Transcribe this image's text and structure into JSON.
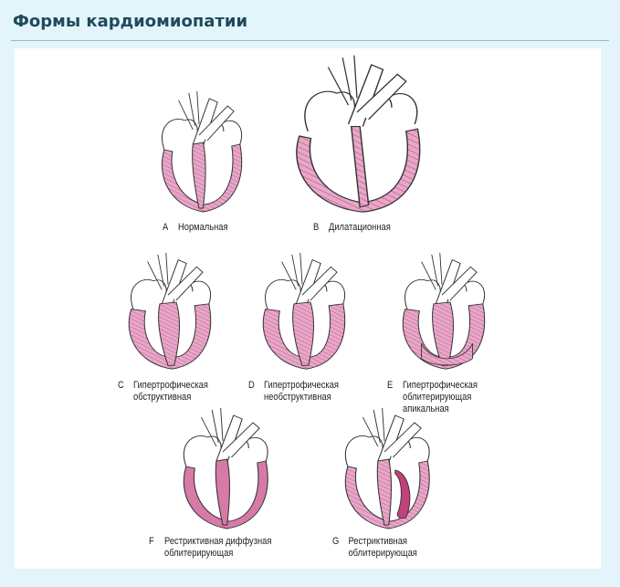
{
  "header": {
    "title": "Формы кардиомиопатии"
  },
  "colors": {
    "myocardium": "#e9a6c8",
    "hatch": "#8a3a5f",
    "solid": "#d77aa8",
    "background": "#e3f5fb"
  },
  "figures": [
    {
      "letter": "A",
      "line1": "Нормальная",
      "line2": "",
      "line3": ""
    },
    {
      "letter": "B",
      "line1": "Дилатационная",
      "line2": "",
      "line3": ""
    },
    {
      "letter": "C",
      "line1": "Гипертрофическая",
      "line2": "обструктивная",
      "line3": ""
    },
    {
      "letter": "D",
      "line1": "Гипертрофическая",
      "line2": "необструктивная",
      "line3": ""
    },
    {
      "letter": "E",
      "line1": "Гипертрофическая",
      "line2": "облитерирующая",
      "line3": "апикальная"
    },
    {
      "letter": "F",
      "line1": "Рестриктивная диффузная",
      "line2": "облитерирующая",
      "line3": ""
    },
    {
      "letter": "G",
      "line1": "Рестриктивная",
      "line2": "облитерирующая",
      "line3": ""
    }
  ]
}
